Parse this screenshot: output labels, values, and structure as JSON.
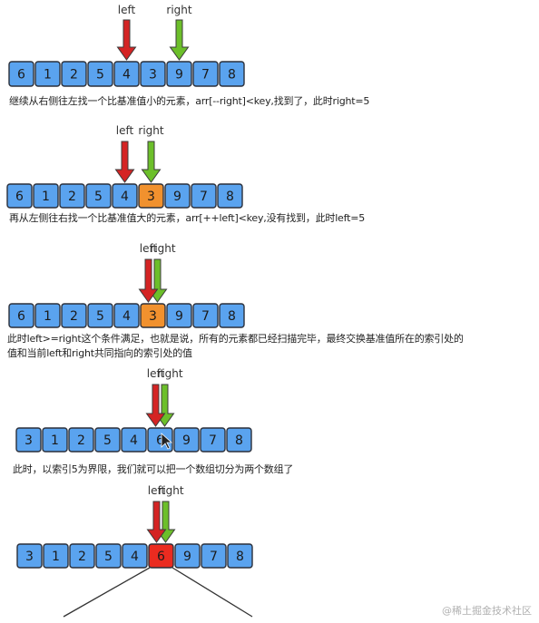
{
  "colors": {
    "cell_default": "#5aa3ef",
    "cell_border": "#2a2f3a",
    "cell_pivot_found": "#f1912e",
    "cell_final": "#ea2b20",
    "left_arrow": "#d42424",
    "right_arrow": "#6cbf2a"
  },
  "labels": {
    "left": "left",
    "right": "right"
  },
  "steps": [
    {
      "cells": [
        "6",
        "1",
        "2",
        "5",
        "4",
        "3",
        "9",
        "7",
        "8"
      ],
      "highlight": null,
      "left_index": 4,
      "right_index": 6,
      "caption": "继续从右侧往左找一个比基准值小的元素，arr[--right]<key,找到了，此时right=5"
    },
    {
      "cells": [
        "6",
        "1",
        "2",
        "5",
        "4",
        "3",
        "9",
        "7",
        "8"
      ],
      "highlight": {
        "index": 5,
        "color": "cell_pivot_found"
      },
      "left_index": 4,
      "right_index": 5,
      "caption": "再从左侧往右找一个比基准值大的元素，arr[++left]<key,没有找到，此时left=5"
    },
    {
      "cells": [
        "6",
        "1",
        "2",
        "5",
        "4",
        "3",
        "9",
        "7",
        "8"
      ],
      "highlight": {
        "index": 5,
        "color": "cell_pivot_found"
      },
      "left_index": 5,
      "right_index": 5,
      "caption": "此时left>=right这个条件满足，也就是说，所有的元素都已经扫描完毕，最终交换基准值所在的索引处的",
      "caption_line2": "值和当前left和right共同指向的索引处的值"
    },
    {
      "cells": [
        "3",
        "1",
        "2",
        "5",
        "4",
        "6",
        "9",
        "7",
        "8"
      ],
      "highlight": null,
      "left_index": 5,
      "right_index": 5,
      "cursor_icon": "mouse-cursor-icon",
      "caption": "此时，以索引5为界限，我们就可以把一个数组切分为两个数组了"
    },
    {
      "cells": [
        "3",
        "1",
        "2",
        "5",
        "4",
        "6",
        "9",
        "7",
        "8"
      ],
      "highlight": {
        "index": 5,
        "color": "cell_final"
      },
      "left_index": 5,
      "right_index": 5,
      "split_lines": true
    }
  ],
  "watermark": "@稀土掘金技术社区"
}
